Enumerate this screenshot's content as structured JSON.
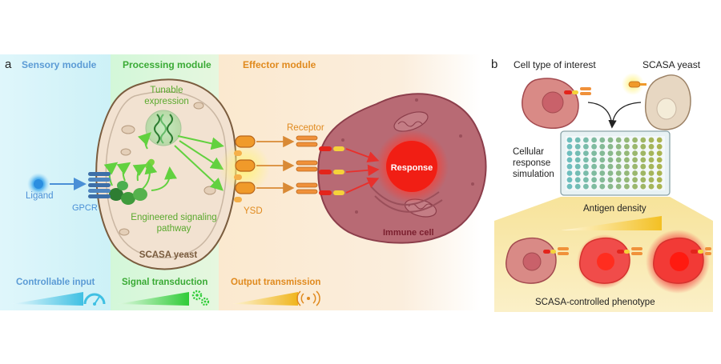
{
  "panel_a": {
    "letter": "a",
    "sensory": {
      "title": "Sensory module",
      "ligand": "Ligand",
      "gpcr": "GPCR",
      "bottom": "Controllable input",
      "color": "#5b9bd5"
    },
    "processing": {
      "title": "Processing module",
      "tunable_1": "Tunable",
      "tunable_2": "expression",
      "pathway_1": "Engineered signaling",
      "pathway_2": "pathway",
      "yeast": "SCASA yeast",
      "bottom": "Signal transduction",
      "color": "#3aaa35"
    },
    "effector": {
      "title": "Effector module",
      "receptor": "Receptor",
      "ysd": "YSD",
      "response": "Response",
      "immune": "Immune cell",
      "bottom": "Output transmission",
      "color": "#e08a1e"
    }
  },
  "panel_b": {
    "letter": "b",
    "cell_type": "Cell type of interest",
    "scasa_yeast": "SCASA yeast",
    "sim_1": "Cellular",
    "sim_2": "response",
    "sim_3": "simulation",
    "antigen": "Antigen density",
    "phenotype": "SCASA-controlled phenotype"
  },
  "icons": {
    "gauge": "gauge-icon",
    "gears": "gears-icon",
    "signal": "signal-waves-icon"
  }
}
